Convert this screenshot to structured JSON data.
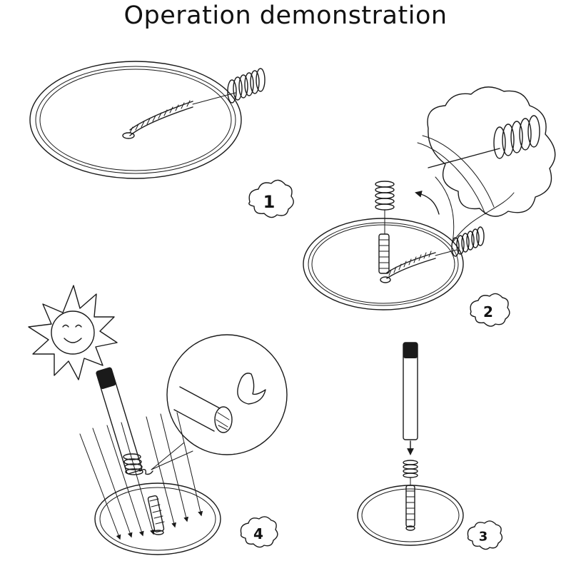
{
  "title": "Operation demonstration",
  "steps": [
    {
      "number": "1"
    },
    {
      "number": "2"
    },
    {
      "number": "3"
    },
    {
      "number": "4"
    }
  ],
  "icons": {
    "sun": "smiling-sun-icon",
    "arrow": "curved-arrow-icon"
  },
  "colors": {
    "ink": "#1a1a1a",
    "background": "#ffffff"
  }
}
